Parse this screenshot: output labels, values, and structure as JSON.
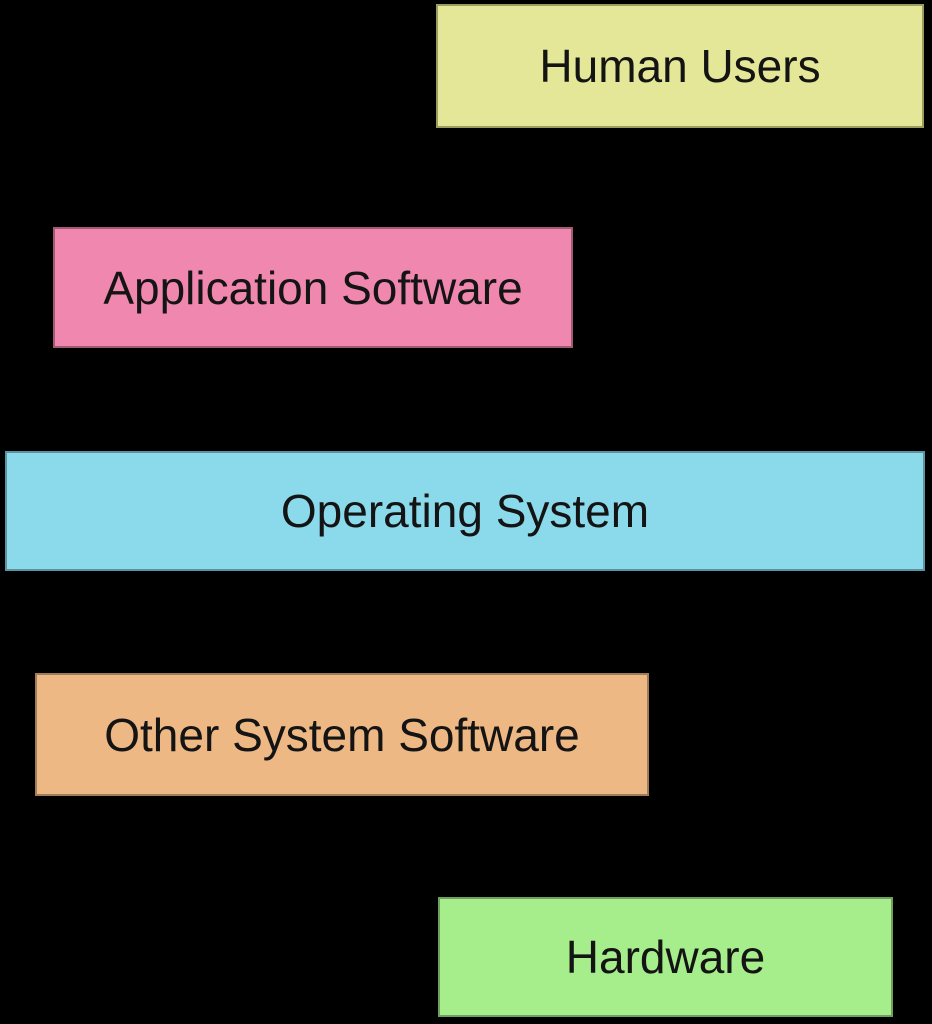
{
  "canvas": {
    "background": "#000000",
    "text_color": "#141414"
  },
  "diagram": {
    "type": "layered-system-diagram",
    "boxes": [
      {
        "id": "human-users",
        "label": "Human Users",
        "fill": "#e4e797",
        "border": "#9a9c60"
      },
      {
        "id": "application-software",
        "label": "Application Software",
        "fill": "#f087af",
        "border": "#a05a75"
      },
      {
        "id": "operating-system",
        "label": "Operating System",
        "fill": "#8bdaec",
        "border": "#5d93a0"
      },
      {
        "id": "other-system-software",
        "label": "Other System Software",
        "fill": "#edb884",
        "border": "#a07c58"
      },
      {
        "id": "hardware",
        "label": "Hardware",
        "fill": "#a5ee8b",
        "border": "#6fa05d"
      }
    ]
  }
}
